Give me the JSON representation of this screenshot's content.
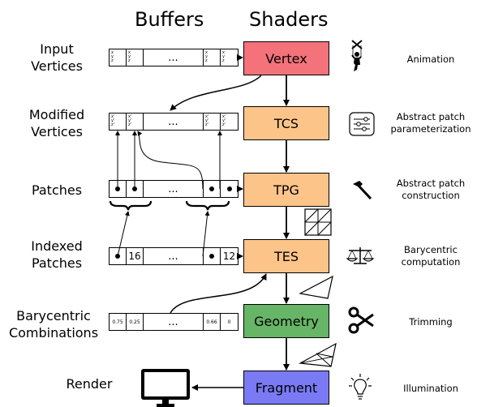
{
  "headers": {
    "buffers": "Buffers",
    "shaders": "Shaders"
  },
  "left_labels": {
    "input_vertices": "Input\nVertices",
    "modified_vertices": "Modified\nVertices",
    "patches": "Patches",
    "indexed_patches": "Indexed\nPatches",
    "barycentric_combinations": "Barycentric\nCombinations",
    "render": "Render"
  },
  "stages": [
    {
      "key": "vertex",
      "label": "Vertex",
      "color": "#f4727a"
    },
    {
      "key": "tcs",
      "label": "TCS",
      "color": "#fdc48a"
    },
    {
      "key": "tpg",
      "label": "TPG",
      "color": "#fdc48a"
    },
    {
      "key": "tes",
      "label": "TES",
      "color": "#fdc48a"
    },
    {
      "key": "geometry",
      "label": "Geometry",
      "color": "#67b567"
    },
    {
      "key": "fragment",
      "label": "Fragment",
      "color": "#7a7af4"
    }
  ],
  "right_labels": {
    "animation": "Animation",
    "abstract_patch_param": "Abstract patch\nparameterization",
    "abstract_patch_construction": "Abstract patch\nconstruction",
    "barycentric_computation": "Barycentric\ncomputation",
    "trimming": "Trimming",
    "illumination": "Illumination"
  },
  "buffers": {
    "input": {
      "ellipsis": "...",
      "cell_text": "x\ny\nz"
    },
    "modified": {
      "ellipsis": "...",
      "cell_text": "x'\ny'\nz'"
    },
    "patches": {
      "ellipsis": "..."
    },
    "indexed": {
      "ellipsis": "...",
      "first_index": "16",
      "last_index": "12"
    },
    "barycentric": {
      "ellipsis": "...",
      "values": [
        "0.75",
        "0.25",
        "0.66",
        "0"
      ]
    }
  },
  "icons": [
    "puppet-icon",
    "sliders-icon",
    "hammer-icon",
    "grid-icon",
    "scale-icon",
    "triangle-icon",
    "scissors-icon",
    "triangle-split-icon",
    "lightbulb-icon",
    "monitor-icon"
  ]
}
